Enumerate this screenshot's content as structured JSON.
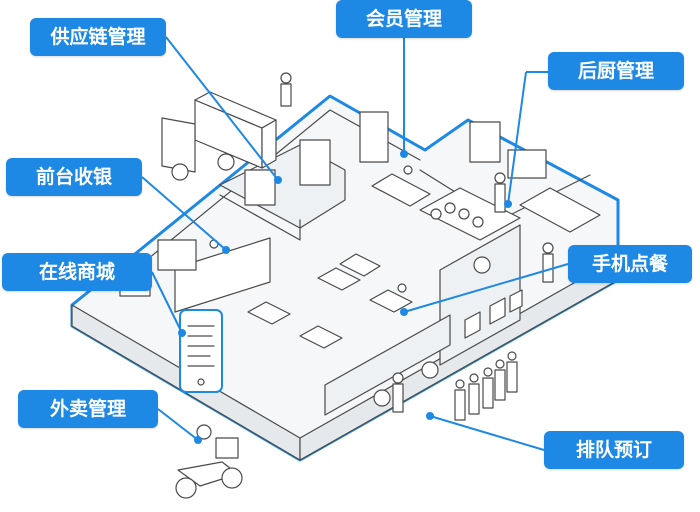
{
  "labels": {
    "supply_chain": "供应链管理",
    "member": "会员管理",
    "kitchen": "后厨管理",
    "cashier": "前台收银",
    "online_mall": "在线商城",
    "mobile_order": "手机点餐",
    "takeout": "外卖管理",
    "queue_booking": "排队预订"
  },
  "colors": {
    "accent": "#1e88e5",
    "outline": "#4a4a4a",
    "floor": "#f5f7f9",
    "wall": "#e6e9ec"
  }
}
